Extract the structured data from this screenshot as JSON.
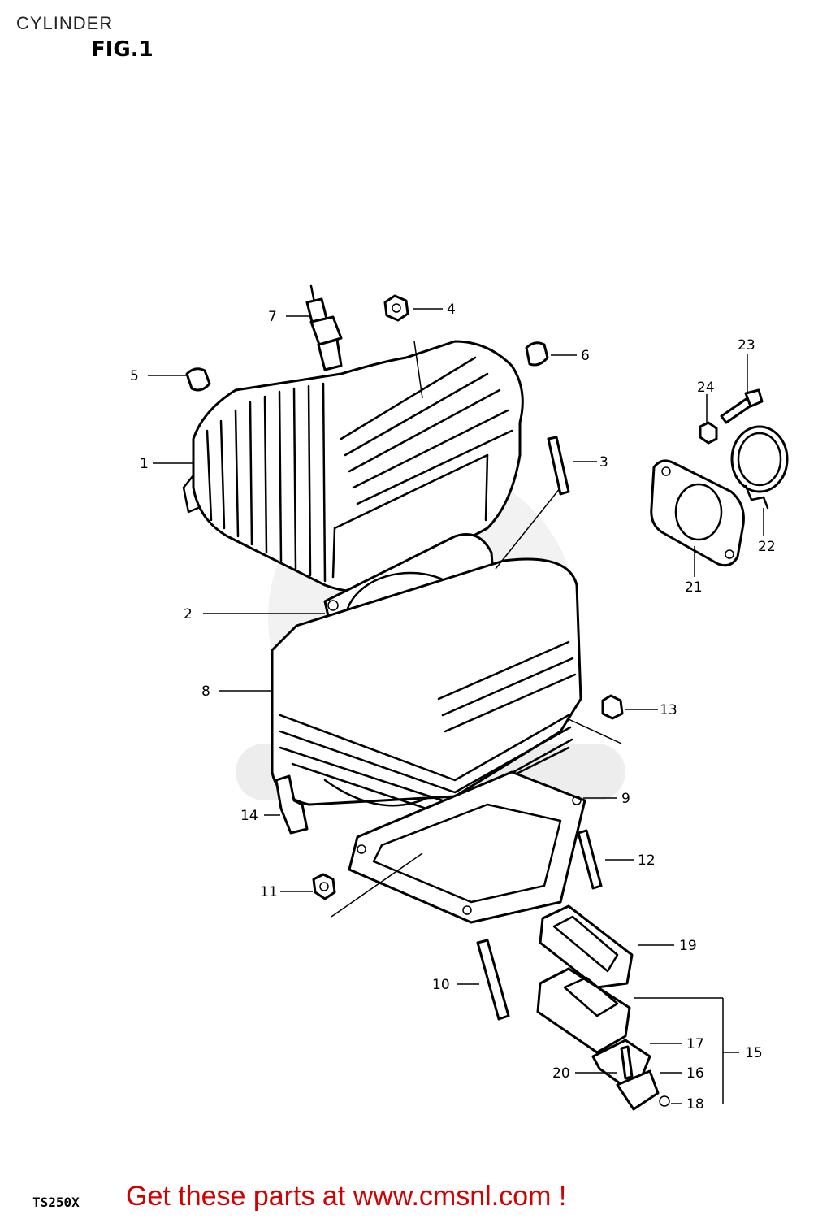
{
  "page": {
    "title": "CYLINDER",
    "figure": "FIG.1",
    "model_code": "TS250X",
    "promo_text": "Get these parts at www.cmsnl.com !"
  },
  "callouts": [
    {
      "id": "c1",
      "label": "1"
    },
    {
      "id": "c2",
      "label": "2"
    },
    {
      "id": "c3",
      "label": "3"
    },
    {
      "id": "c4",
      "label": "4"
    },
    {
      "id": "c5",
      "label": "5"
    },
    {
      "id": "c6",
      "label": "6"
    },
    {
      "id": "c7",
      "label": "7"
    },
    {
      "id": "c8",
      "label": "8"
    },
    {
      "id": "c9",
      "label": "9"
    },
    {
      "id": "c10",
      "label": "10"
    },
    {
      "id": "c11",
      "label": "11"
    },
    {
      "id": "c12",
      "label": "12"
    },
    {
      "id": "c13",
      "label": "13"
    },
    {
      "id": "c14",
      "label": "14"
    },
    {
      "id": "c15",
      "label": "15"
    },
    {
      "id": "c16",
      "label": "16"
    },
    {
      "id": "c17",
      "label": "17"
    },
    {
      "id": "c18",
      "label": "18"
    },
    {
      "id": "c19",
      "label": "19"
    },
    {
      "id": "c20",
      "label": "20"
    },
    {
      "id": "c21",
      "label": "21"
    },
    {
      "id": "c22",
      "label": "22"
    },
    {
      "id": "c23",
      "label": "23"
    },
    {
      "id": "c24",
      "label": "24"
    }
  ]
}
